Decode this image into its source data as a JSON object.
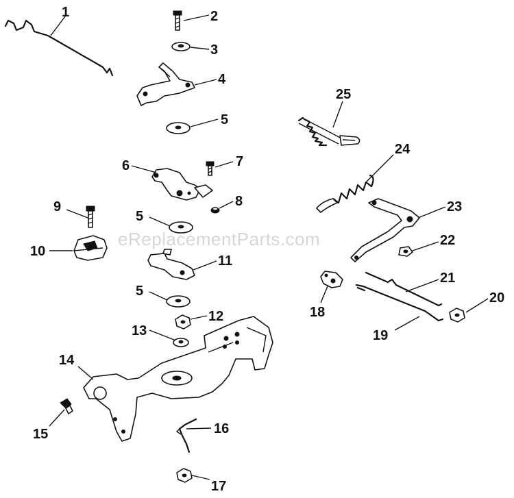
{
  "watermark": "eReplacementParts.com",
  "callouts": [
    {
      "id": "c1",
      "text": "1"
    },
    {
      "id": "c2",
      "text": "2"
    },
    {
      "id": "c3",
      "text": "3"
    },
    {
      "id": "c4",
      "text": "4"
    },
    {
      "id": "c5a",
      "text": "5"
    },
    {
      "id": "c6",
      "text": "6"
    },
    {
      "id": "c7",
      "text": "7"
    },
    {
      "id": "c8",
      "text": "8"
    },
    {
      "id": "c9",
      "text": "9"
    },
    {
      "id": "c5b",
      "text": "5"
    },
    {
      "id": "c10",
      "text": "10"
    },
    {
      "id": "c11",
      "text": "11"
    },
    {
      "id": "c5c",
      "text": "5"
    },
    {
      "id": "c12",
      "text": "12"
    },
    {
      "id": "c13",
      "text": "13"
    },
    {
      "id": "c14",
      "text": "14"
    },
    {
      "id": "c15",
      "text": "15"
    },
    {
      "id": "c16",
      "text": "16"
    },
    {
      "id": "c17",
      "text": "17"
    },
    {
      "id": "c25",
      "text": "25"
    },
    {
      "id": "c24",
      "text": "24"
    },
    {
      "id": "c23",
      "text": "23"
    },
    {
      "id": "c22",
      "text": "22"
    },
    {
      "id": "c18",
      "text": "18"
    },
    {
      "id": "c21",
      "text": "21"
    },
    {
      "id": "c20",
      "text": "20"
    },
    {
      "id": "c19",
      "text": "19"
    }
  ]
}
